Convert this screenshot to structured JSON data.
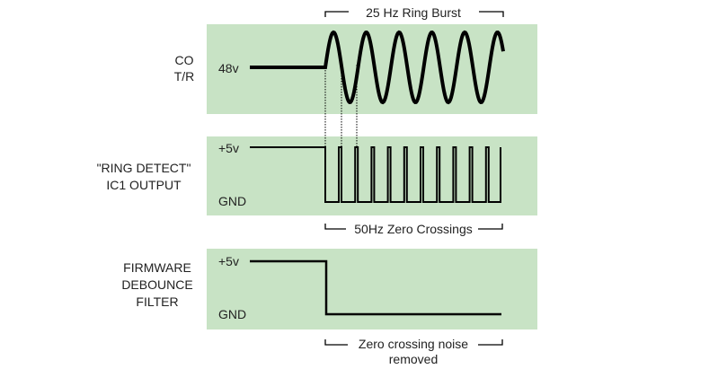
{
  "panels": [
    {
      "name": "co-tr",
      "labels": [
        "CO",
        "T/R"
      ],
      "levels": {
        "high": "48v"
      }
    },
    {
      "name": "ring-detect",
      "labels": [
        "\"RING DETECT\"",
        "IC1 OUTPUT"
      ],
      "levels": {
        "high": "+5v",
        "low": "GND"
      }
    },
    {
      "name": "firmware-debounce",
      "labels": [
        "FIRMWARE",
        "DEBOUNCE",
        "FILTER"
      ],
      "levels": {
        "high": "+5v",
        "low": "GND"
      }
    }
  ],
  "annotations": {
    "ring_burst": "25 Hz Ring Burst",
    "zero_crossings": "50Hz Zero Crossings",
    "noise_removed_line1": "Zero crossing noise",
    "noise_removed_line2": "removed"
  },
  "colors": {
    "panel": "#c8e3c5",
    "line": "#000000"
  }
}
